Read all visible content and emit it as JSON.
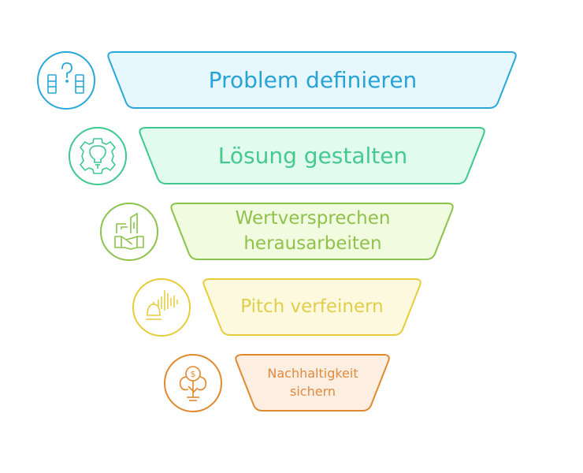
{
  "stages": [
    {
      "label": "Problem definieren",
      "icon": "question-columns-icon",
      "stroke": "#29a7d9",
      "fill": "#e6f7fd",
      "text": "#29a3d6"
    },
    {
      "label": "Lösung gestalten",
      "icon": "gear-lightbulb-icon",
      "stroke": "#3cc88e",
      "fill": "#e2fbef",
      "text": "#46c98f"
    },
    {
      "label": "Wertversprechen herausarbeiten",
      "icon": "handshake-buildings-icon",
      "stroke": "#8bc34a",
      "fill": "#f1fbdf",
      "text": "#8fc14c"
    },
    {
      "label": "Pitch verfeinern",
      "icon": "service-bell-soundwave-icon",
      "stroke": "#e6cc3a",
      "fill": "#fdf9df",
      "text": "#e1cd4a"
    },
    {
      "label": "Nachhaltigkeit sichern",
      "icon": "money-tree-icon",
      "stroke": "#e0892f",
      "fill": "#fdeee2",
      "text": "#df8a3c"
    }
  ]
}
